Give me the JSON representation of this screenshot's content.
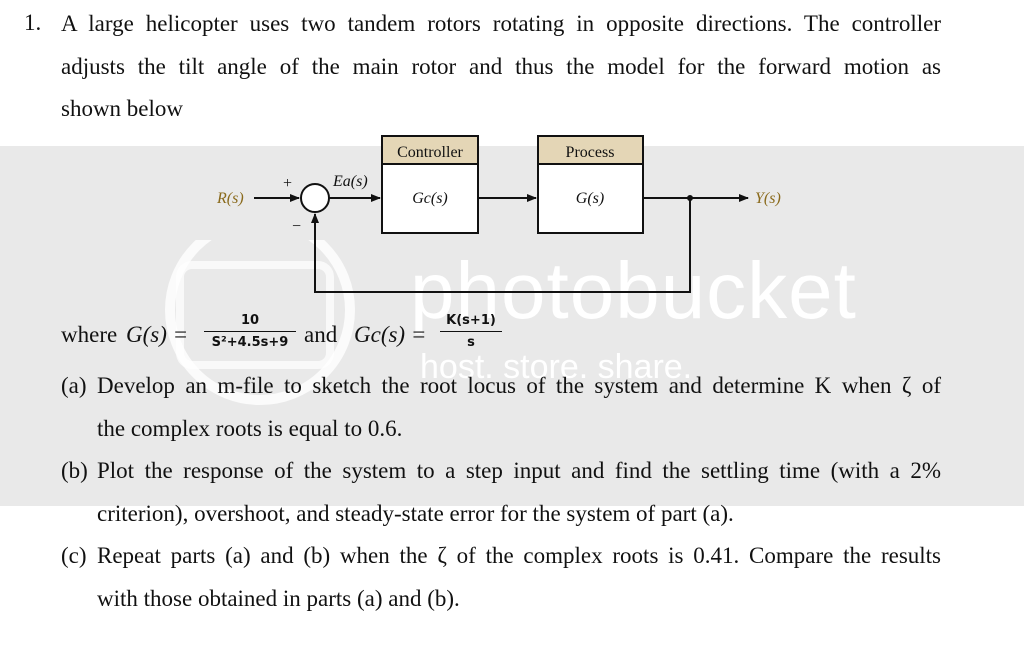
{
  "problem": {
    "number": "1.",
    "intro_lines": [
      "A large helicopter uses two tandem rotors rotating in opposite directions. The controller",
      "adjusts the tilt angle of the main rotor and thus the model for the forward motion as",
      "shown below"
    ]
  },
  "diagram": {
    "input": "R(s)",
    "plus_sign": "+",
    "minus_sign": "−",
    "error_signal": "Ea(s)",
    "controller_header": "Controller",
    "controller_tf": "Gc(s)",
    "process_header": "Process",
    "process_tf": "G(s)",
    "output": "Y(s)",
    "header_fill": "#e4d6b6",
    "signal_color": "#8a6a1c"
  },
  "equation": {
    "where": "where",
    "g_lhs": "G(s) =",
    "g_num": "10",
    "g_den": "S²+4.5s+9",
    "and": "and",
    "gc_lhs": "Gc(s) =",
    "gc_num": "K(s+1)",
    "gc_den": "s"
  },
  "parts": [
    {
      "label": "(a)",
      "line1": "Develop an m-file to sketch the root locus of the system and determine K when ζ of",
      "line2": "the complex roots is equal to 0.6."
    },
    {
      "label": "(b)",
      "line1": "Plot the response of the system to a step input and find the settling time (with a 2%",
      "line2": "criterion), overshoot, and steady-state error for the system of part (a)."
    },
    {
      "label": "(c)",
      "line1": "Repeat parts (a) and (b) when the ζ of the complex roots is 0.41. Compare the results",
      "line2": "with those obtained in parts (a) and (b)."
    }
  ],
  "watermark": {
    "brand": "photobucket",
    "tagline": "host. store. share."
  }
}
